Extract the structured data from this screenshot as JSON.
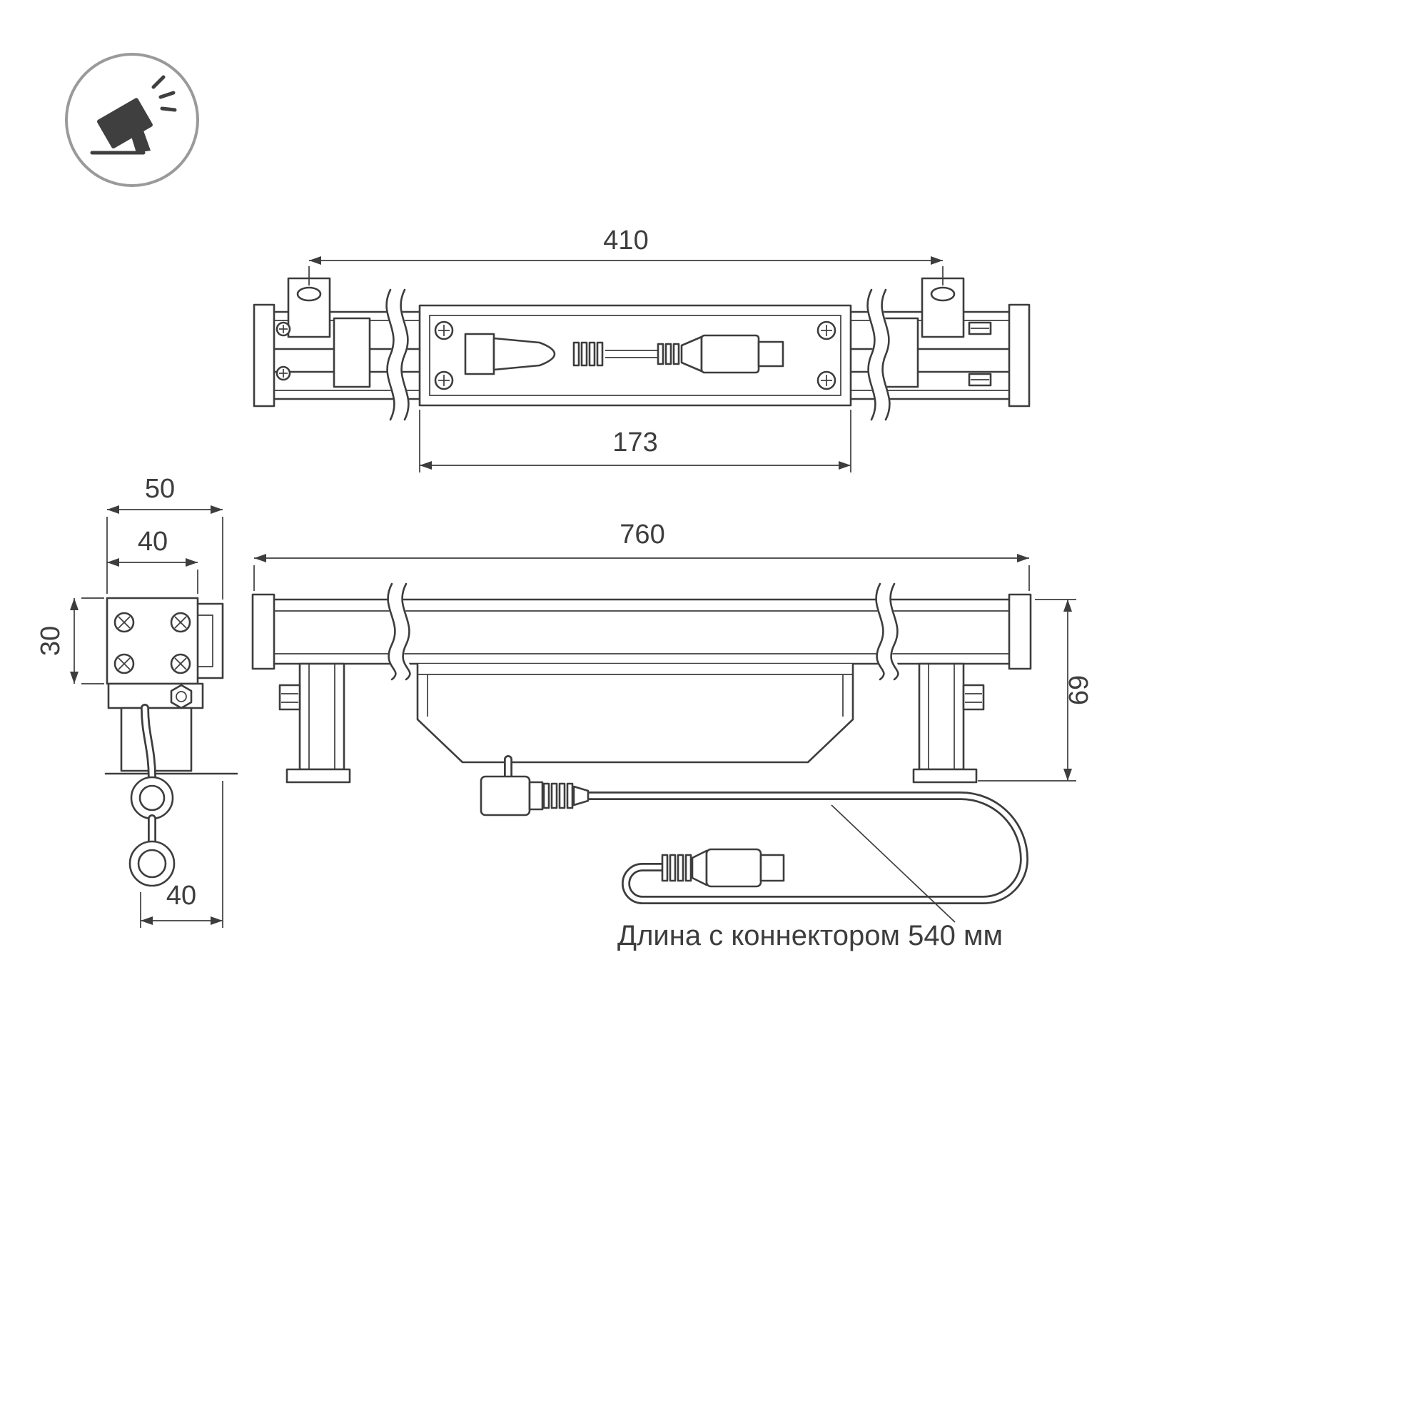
{
  "page": {
    "background": "#ffffff",
    "line_color": "#3d3d3d",
    "icon_circle_color": "#9a9a9a"
  },
  "icon": {
    "name": "floodlight-symbol"
  },
  "views": {
    "top": {
      "dim_bracket_span": "410",
      "dim_module_width": "173"
    },
    "side": {
      "dim_overall_width": "50",
      "dim_plate_width": "40",
      "dim_plate_height": "30",
      "dim_foot_width": "40"
    },
    "front": {
      "dim_overall_length": "760",
      "dim_height": "69"
    }
  },
  "annotation": {
    "cable_note": "Длина с коннектором 540 мм"
  }
}
